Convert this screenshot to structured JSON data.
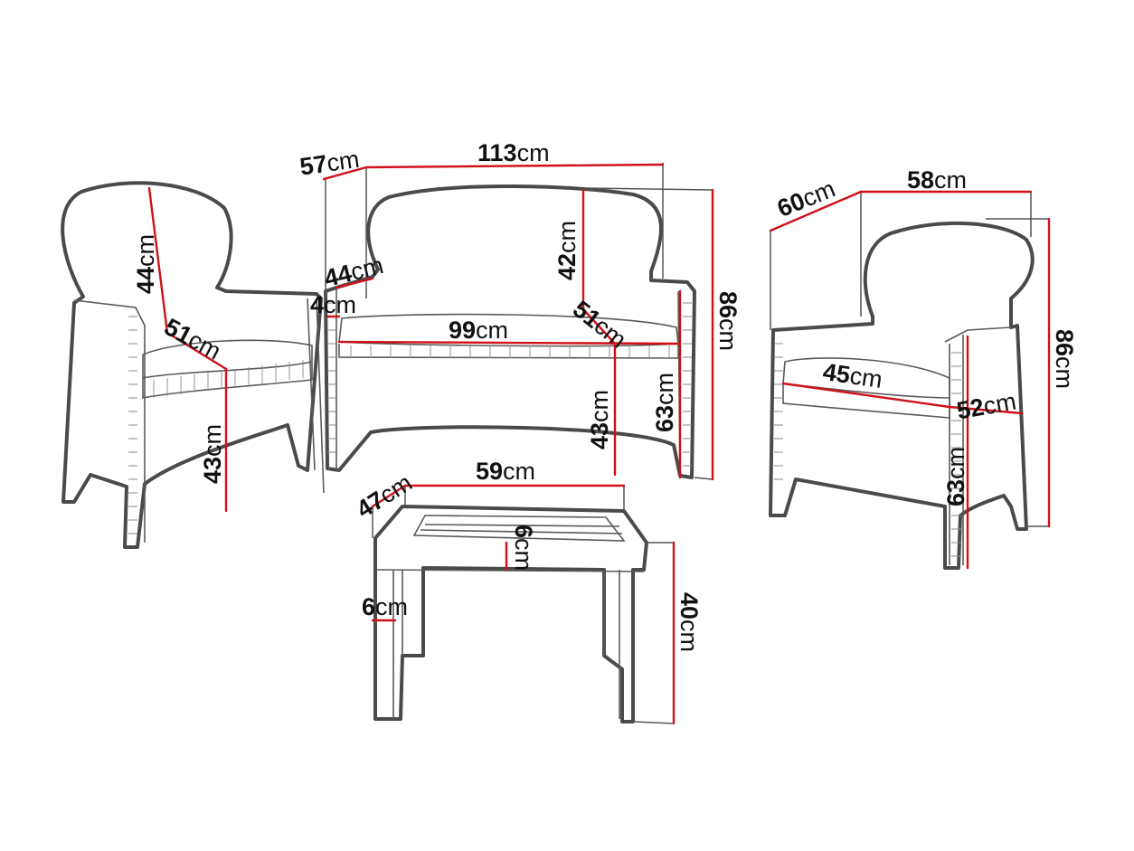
{
  "unit": "cm",
  "dimensions": {
    "armchair_left": {
      "backrest_height": "44",
      "seat_depth": "51",
      "seat_height": "43"
    },
    "sofa": {
      "depth": "57",
      "width": "113",
      "armrest_height": "44",
      "cushion_thickness": "4",
      "seat_width": "99",
      "backrest_height": "42",
      "seat_depth": "51",
      "seat_height": "43",
      "armrest_floor_height": "63",
      "total_height": "86"
    },
    "armchair_right": {
      "depth": "60",
      "width": "58",
      "seat_width": "45",
      "seat_depth": "52",
      "armrest_floor_height": "63",
      "total_height": "86"
    },
    "table": {
      "depth": "47",
      "width": "59",
      "top_thickness": "6",
      "leg_width": "6",
      "height": "40"
    }
  },
  "colors": {
    "outline": "#4a4a4a",
    "dimension_line": "#d0101a",
    "extension_line": "#555555",
    "background": "#ffffff"
  }
}
